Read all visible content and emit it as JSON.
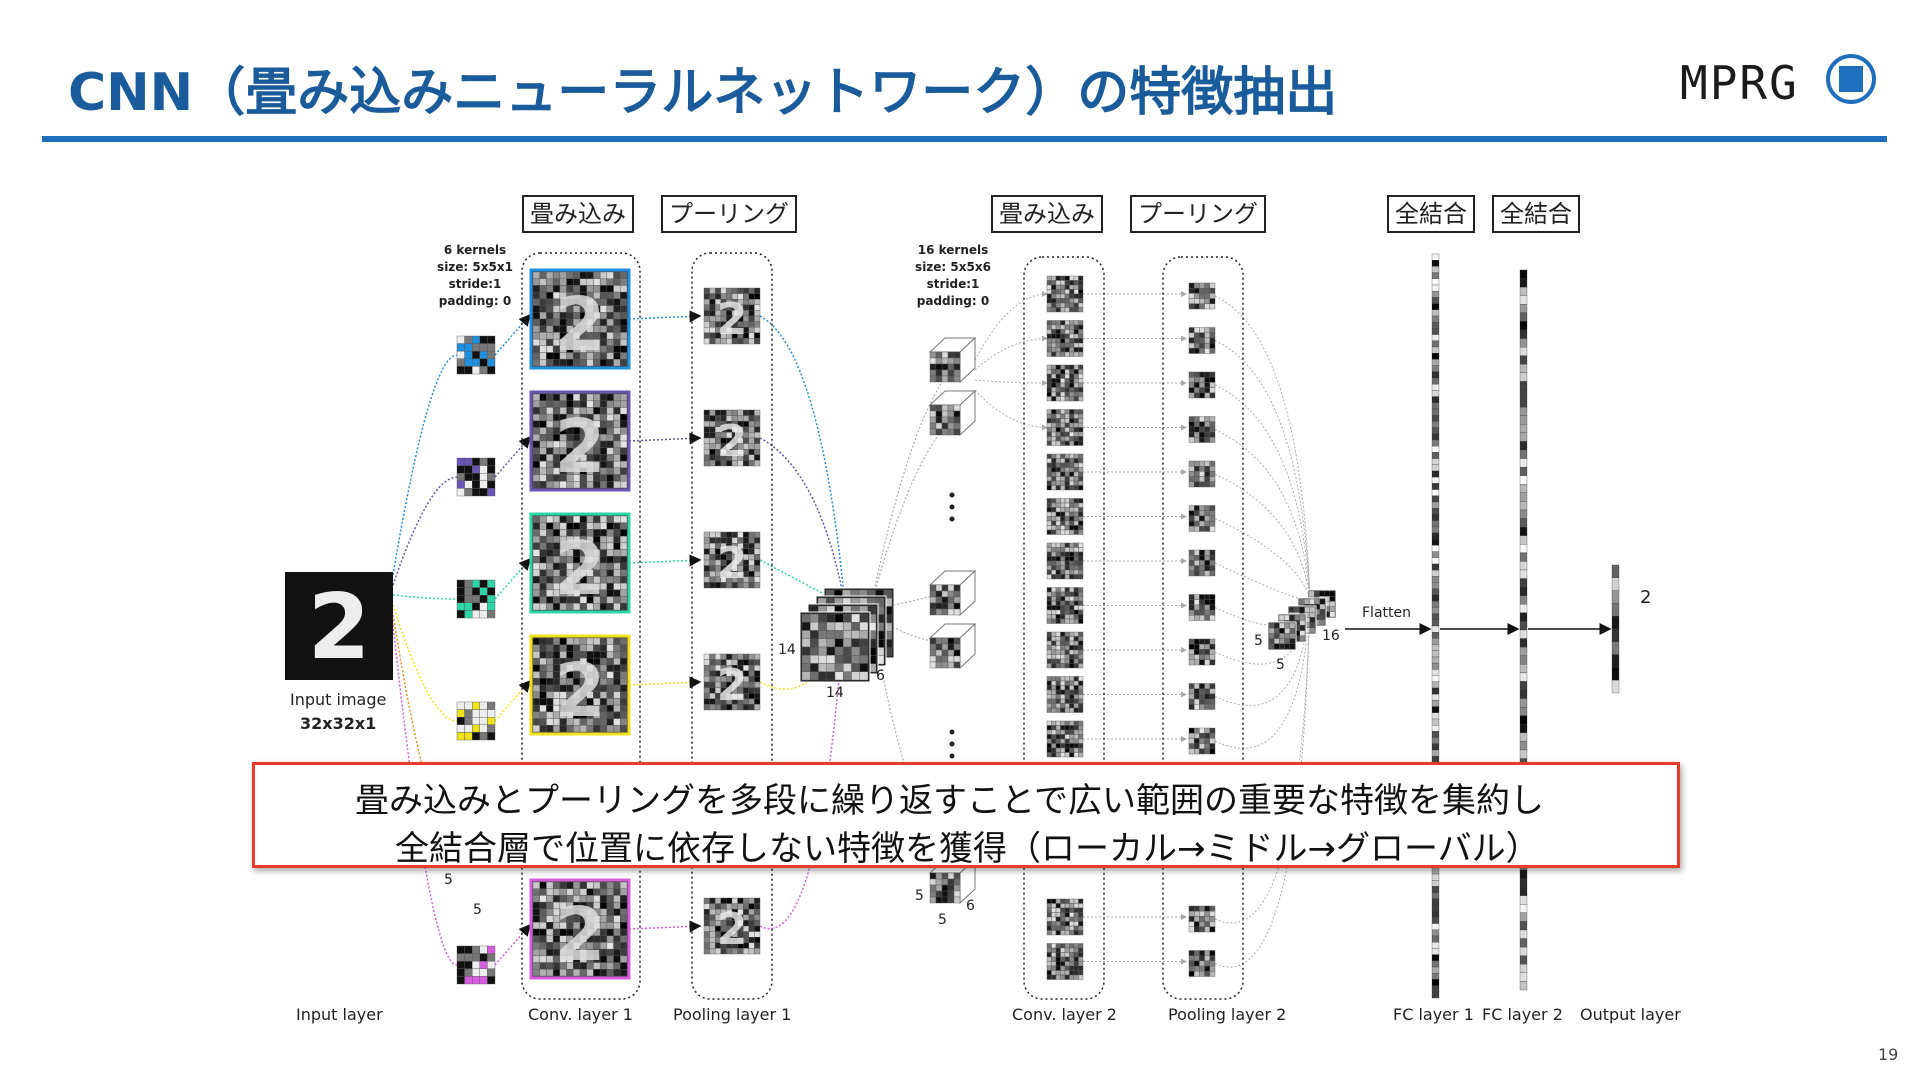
{
  "slide": {
    "title": "CNN（畳み込みニューラルネットワーク）の特徴抽出",
    "logo_text": "MPRG",
    "page_number": "19"
  },
  "stages": {
    "conv1": "畳み込み",
    "pool1": "プーリング",
    "conv2": "畳み込み",
    "pool2": "プーリング",
    "fc1": "全結合",
    "fc2": "全結合"
  },
  "kernels1": {
    "count": "6 kernels",
    "size": "size: 5x5x1",
    "stride": "stride:1",
    "padding": "padding: 0"
  },
  "kernels2": {
    "count": "16 kernels",
    "size": "size: 5x5x6",
    "stride": "stride:1",
    "padding": "padding: 0"
  },
  "input": {
    "name": "Input image",
    "size": "32x32x1",
    "digit": "2"
  },
  "dims": {
    "p1_h": "14",
    "p1_w": "14",
    "p1_c": "6",
    "k1_h": "5",
    "k1_w": "5",
    "k2_h": "5",
    "k2_w": "5",
    "k2_c": "6",
    "p2_h": "5",
    "p2_w": "5",
    "p2_c": "16"
  },
  "flatten_label": "Flatten",
  "output_value": "2",
  "layers": {
    "input": "Input layer",
    "conv1": "Conv. layer 1",
    "pool1": "Pooling layer 1",
    "conv2": "Conv. layer 2",
    "pool2": "Pooling layer 2",
    "fc1": "FC layer 1",
    "fc2": "FC layer 2",
    "output": "Output layer"
  },
  "callout": {
    "line1": "畳み込みとプーリングを多段に繰り返すことで広い範囲の重要な特徴を集約し",
    "line2": "全結合層で位置に依存しない特徴を獲得（ローカル→ミドル→グローバル）"
  },
  "colors": {
    "accent": "#1a5b9b",
    "callout_border": "#e53c2b",
    "map_colors": [
      "#1f8fe0",
      "#6a55b5",
      "#2fd6a5",
      "#f1e21b",
      "#f18b1b",
      "#d85ce0"
    ]
  }
}
